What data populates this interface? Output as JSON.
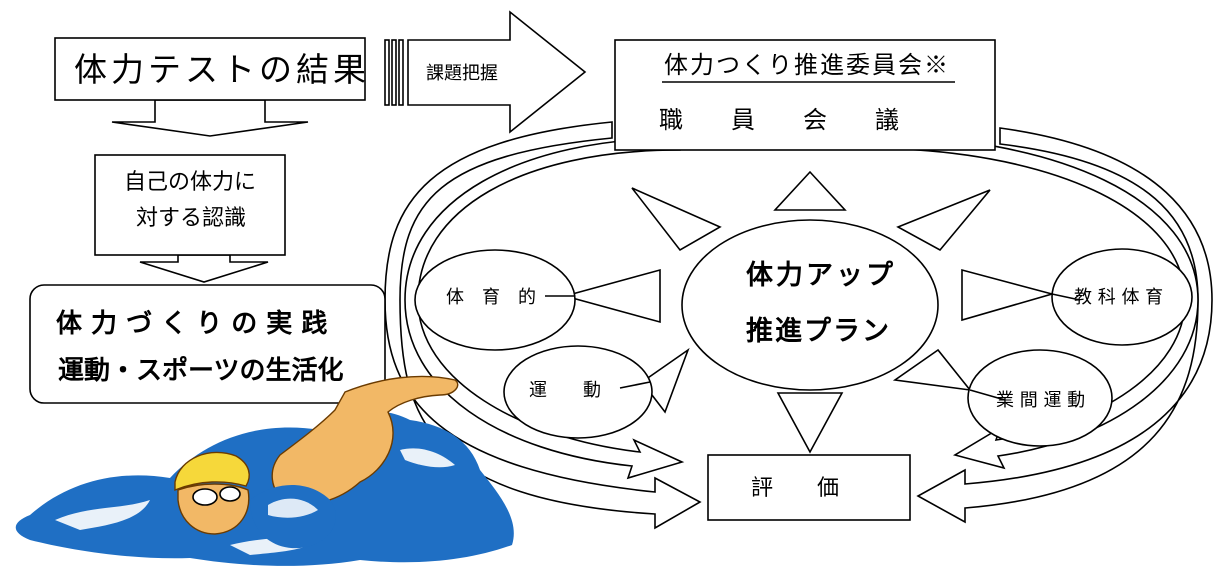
{
  "flow_left": {
    "result_box": "体力テストの結果",
    "awareness_line1": "自己の体力に",
    "awareness_line2": "対する認識",
    "practice_line1": "体 力 づ く り の 実 践",
    "practice_line2": "運動・スポーツの生活化"
  },
  "arrow_label": "課題把握",
  "committee": {
    "title": "体力つくり推進委員会※",
    "staff_meeting": "職　　員　　会　　議"
  },
  "center_plan": {
    "line1": "体力アップ",
    "line2": "推進プラン"
  },
  "satellites": {
    "pe_like": "体　育　的",
    "exercise": "運　　動",
    "subject_pe": "教 科 体 育",
    "break_exercise": "業 間 運 動"
  },
  "evaluation": "評　　価",
  "illustration": "swimmer-illustration",
  "colors": {
    "stroke": "#000000",
    "fill": "#ffffff",
    "water": "#1f6fc4",
    "skin": "#f2b866",
    "cap": "#f6d83a"
  }
}
